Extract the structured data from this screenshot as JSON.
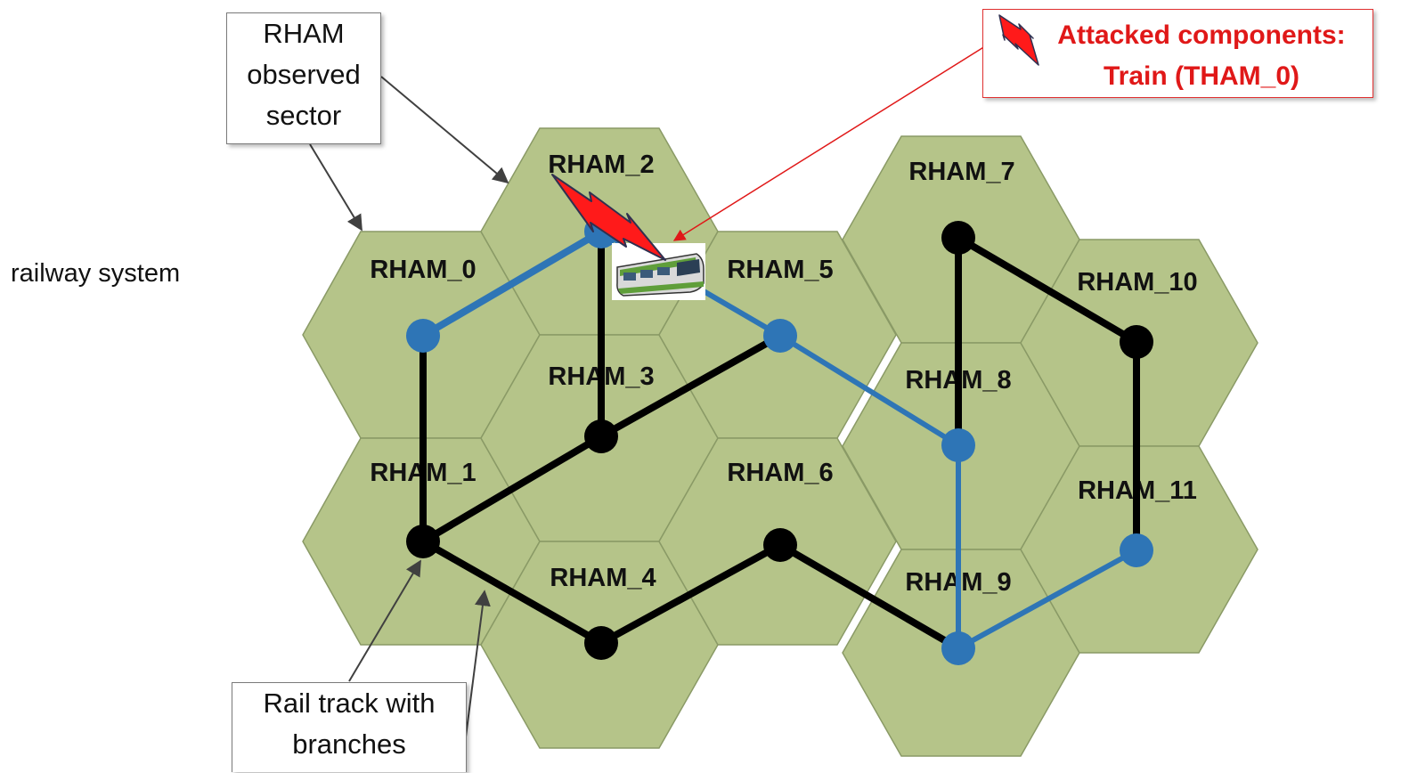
{
  "side_label": "railway system",
  "cells": [
    {
      "id": "RHAM_0",
      "label": "RHAM_0"
    },
    {
      "id": "RHAM_1",
      "label": "RHAM_1"
    },
    {
      "id": "RHAM_2",
      "label": "RHAM_2"
    },
    {
      "id": "RHAM_3",
      "label": "RHAM_3"
    },
    {
      "id": "RHAM_4",
      "label": "RHAM_4"
    },
    {
      "id": "RHAM_5",
      "label": "RHAM_5"
    },
    {
      "id": "RHAM_6",
      "label": "RHAM_6"
    },
    {
      "id": "RHAM_7",
      "label": "RHAM_7"
    },
    {
      "id": "RHAM_8",
      "label": "RHAM_8"
    },
    {
      "id": "RHAM_9",
      "label": "RHAM_9"
    },
    {
      "id": "RHAM_10",
      "label": "RHAM_10"
    },
    {
      "id": "RHAM_11",
      "label": "RHAM_11"
    }
  ],
  "callouts": {
    "sector": [
      "RHAM",
      "observed",
      "sector"
    ],
    "track": [
      "Rail track with",
      "branches"
    ]
  },
  "attack": {
    "line1": "Attacked components:",
    "line2": "Train (THAM_0)"
  },
  "colors": {
    "hex_fill": "#b5c489",
    "hex_stroke": "#8a9a66",
    "track_black": "#000000",
    "track_blue": "#2e75b6",
    "attack_red": "#e01818"
  }
}
